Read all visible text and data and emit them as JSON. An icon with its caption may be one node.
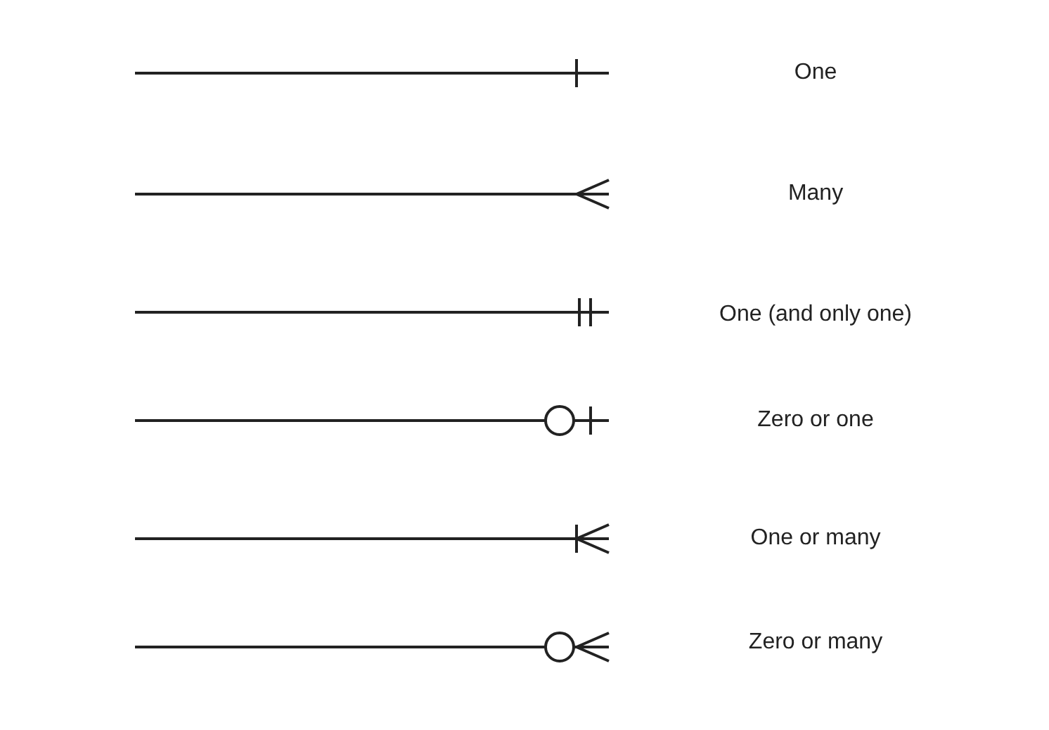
{
  "diagram": {
    "legend": [
      {
        "text": "One"
      },
      {
        "text": "Many"
      },
      {
        "text": "One (and only one)"
      },
      {
        "text": "Zero or one"
      },
      {
        "text": "One or many"
      },
      {
        "text": "Zero or many"
      }
    ]
  }
}
